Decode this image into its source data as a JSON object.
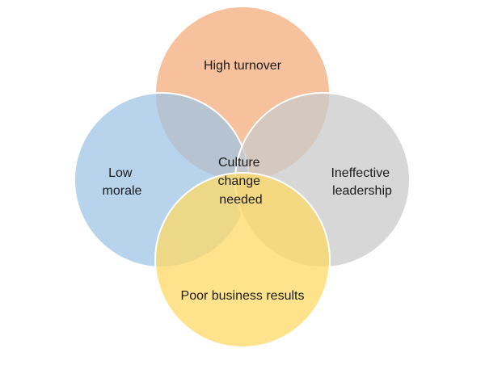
{
  "diagram": {
    "type": "venn",
    "circles": [
      {
        "id": "top",
        "label_lines": [
          "High turnover"
        ],
        "color": "#f4b183"
      },
      {
        "id": "left",
        "label_lines": [
          "Low",
          "morale"
        ],
        "color": "#9dc3e6"
      },
      {
        "id": "right",
        "label_lines": [
          "Ineffective",
          "leadership"
        ],
        "color": "#c9c9c9"
      },
      {
        "id": "bottom",
        "label_lines": [
          "Poor business results"
        ],
        "color": "#ffd966"
      }
    ],
    "center_label_lines": [
      "Culture",
      "change",
      "needed"
    ]
  }
}
